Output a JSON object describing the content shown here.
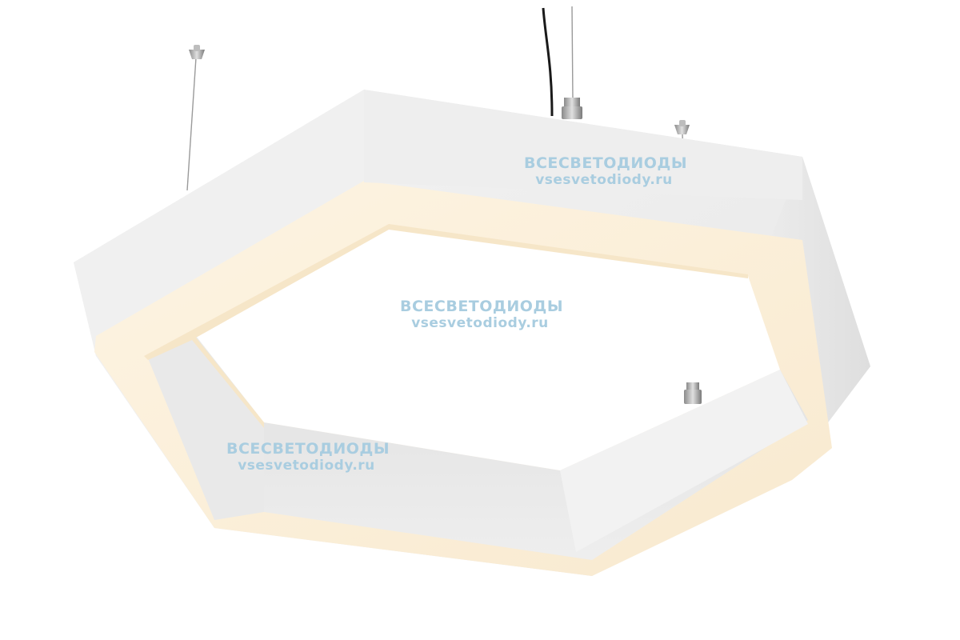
{
  "product": {
    "subject": "hexagonal-led-pendant-luminaire",
    "body_color": "#ececec",
    "diffuser_color": "#fbf0dc",
    "cable_color": "#1a1a1a"
  },
  "watermarks": [
    {
      "title": "ВСЕСВЕТОДИОДЫ",
      "url": "vsesvetodiody.ru"
    },
    {
      "title": "ВСЕСВЕТОДИОДЫ",
      "url": "vsesvetodiody.ru"
    },
    {
      "title": "ВСЕСВЕТОДИОДЫ",
      "url": "vsesvetodiody.ru"
    }
  ],
  "colors": {
    "watermark": "#a9cde0",
    "background": "#ffffff"
  }
}
